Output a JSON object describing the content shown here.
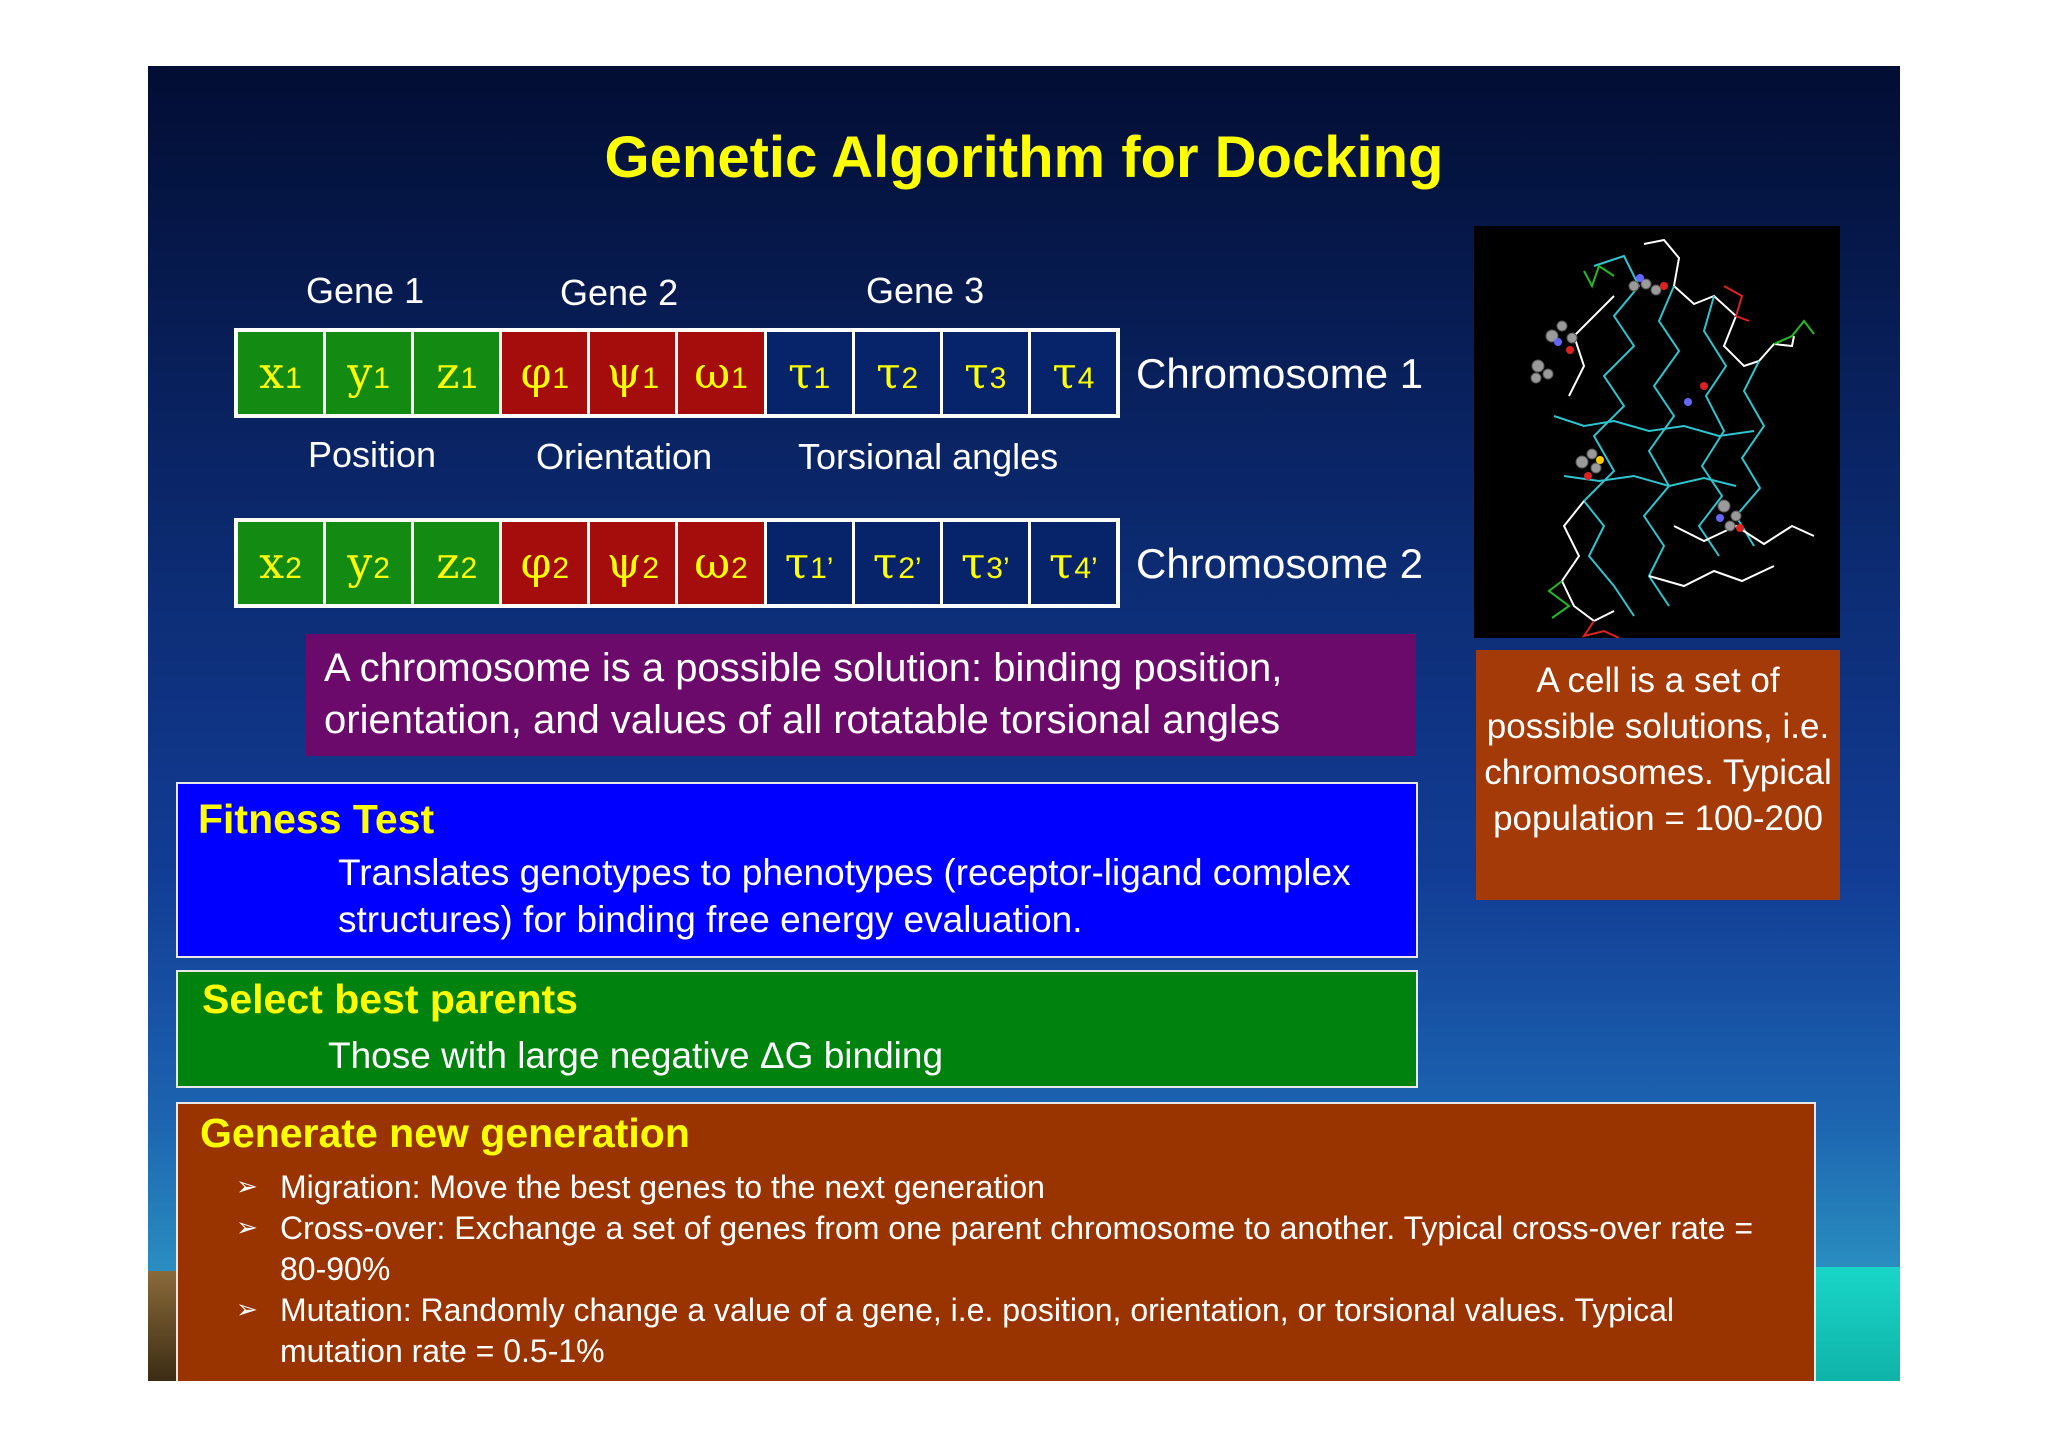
{
  "title": "Genetic Algorithm for Docking",
  "genes": [
    "Gene 1",
    "Gene 2",
    "Gene 3"
  ],
  "groups": [
    "Position",
    "Orientation",
    "Torsional angles"
  ],
  "chromosome1": {
    "label": "Chromosome 1",
    "cells": [
      {
        "sym": "x",
        "sub": "1"
      },
      {
        "sym": "y",
        "sub": "1"
      },
      {
        "sym": "z",
        "sub": "1"
      },
      {
        "sym": "φ",
        "sub": "1"
      },
      {
        "sym": "ψ",
        "sub": "1"
      },
      {
        "sym": "ω",
        "sub": "1"
      },
      {
        "sym": "τ",
        "sub": "1"
      },
      {
        "sym": "τ",
        "sub": "2"
      },
      {
        "sym": "τ",
        "sub": "3"
      },
      {
        "sym": "τ",
        "sub": "4"
      }
    ]
  },
  "chromosome2": {
    "label": "Chromosome 2",
    "cells": [
      {
        "sym": "x",
        "sub": "2"
      },
      {
        "sym": "y",
        "sub": "2"
      },
      {
        "sym": "z",
        "sub": "2"
      },
      {
        "sym": "φ",
        "sub": "2"
      },
      {
        "sym": "ψ",
        "sub": "2"
      },
      {
        "sym": "ω",
        "sub": "2"
      },
      {
        "sym": "τ",
        "sub": "1’"
      },
      {
        "sym": "τ",
        "sub": "2’"
      },
      {
        "sym": "τ",
        "sub": "3’"
      },
      {
        "sym": "τ",
        "sub": "4’"
      }
    ]
  },
  "chromosome_note": "A chromosome is a possible solution: binding position, orientation, and values of all rotatable torsional angles",
  "fitness": {
    "heading": "Fitness Test",
    "text": "Translates genotypes to phenotypes (receptor-ligand complex structures) for binding free energy evaluation."
  },
  "select": {
    "heading": "Select best parents",
    "text": "Those with large negative ΔG binding"
  },
  "generate": {
    "heading": "Generate new generation",
    "bullets": [
      "Migration:  Move the best genes to the next generation",
      "Cross-over: Exchange a set of genes from one parent chromosome to another.  Typical cross-over rate = 80-90%",
      "Mutation: Randomly change a value of a gene, i.e. position, orientation, or torsional values.  Typical mutation rate = 0.5-1%"
    ]
  },
  "cell_note": "A cell is a set of possible solutions, i.e. chromosomes. Typical population = 100-200",
  "colors": {
    "title": "#ffff00",
    "position_cells": "#138a12",
    "orientation_cells": "#a50d0d",
    "torsion_cells": "#07246b",
    "note_box": "#6b0a6b",
    "fitness_box": "#0000ff",
    "select_box": "#00820e",
    "generate_box": "#993300",
    "cell_box": "#a33a07"
  }
}
